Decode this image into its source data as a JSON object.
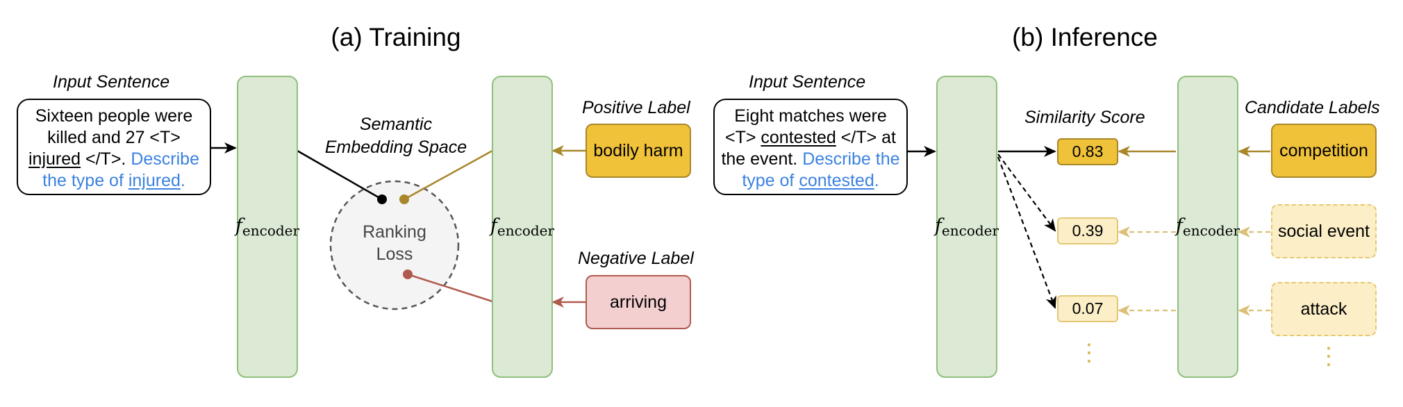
{
  "training": {
    "title": "(a) Training",
    "input_heading": "Input Sentence",
    "sentence": {
      "part1": "Sixteen people were killed and 27 <T> ",
      "trigger": "injured",
      "part2": " </T>. ",
      "prompt_part1": "Describe the type of ",
      "prompt_trigger": "injured",
      "prompt_end": "."
    },
    "encoder_left": {
      "f": "f",
      "sub": "encoder"
    },
    "space_heading": "Semantic Embedding Space",
    "loss_label": "Ranking Loss",
    "encoder_right": {
      "f": "f",
      "sub": "encoder"
    },
    "positive_heading": "Positive Label",
    "positive_label": "bodily harm",
    "negative_heading": "Negative Label",
    "negative_label": "arriving"
  },
  "inference": {
    "title": "(b) Inference",
    "input_heading": "Input Sentence",
    "sentence": {
      "part1": "Eight matches were <T> ",
      "trigger": "contested",
      "part2": " </T> at the event. ",
      "prompt_part1": "Describe the type of ",
      "prompt_trigger": "contested",
      "prompt_end": "."
    },
    "encoder_left": {
      "f": "f",
      "sub": "encoder"
    },
    "similarity_heading": "Similarity Score",
    "scores": [
      "0.83",
      "0.39",
      "0.07"
    ],
    "encoder_right": {
      "f": "f",
      "sub": "encoder"
    },
    "candidates_heading": "Candidate Labels",
    "candidates": [
      "competition",
      "social event",
      "attack"
    ],
    "ellipsis": "⋮"
  },
  "colors": {
    "encoder_fill": "#dbe9d5",
    "encoder_stroke": "#8fbf7c",
    "positive_fill": "#f0c23a",
    "positive_stroke": "#a8862a",
    "negative_fill": "#f3cfcf",
    "negative_stroke": "#b05a4f",
    "candidate_fill": "#fcefc7",
    "candidate_stroke": "#e3c772",
    "prompt_text": "#3b82e0"
  }
}
